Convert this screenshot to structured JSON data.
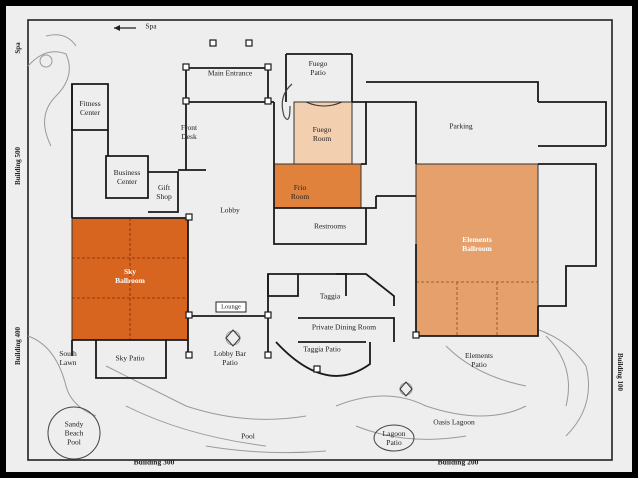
{
  "colors": {
    "background": "#eeeeee",
    "frame": "#000000",
    "walls": "#1a1a1a",
    "sky_ballroom": "#d7641f",
    "elements_ballroom": "#e5a06c",
    "fuego_room": "#f2cfae",
    "frio_room": "#e0823c"
  },
  "labels": {
    "spa_arrow": "Spa",
    "spa_side": "Spa",
    "main_entrance": "Main Entrance",
    "fuego_patio": "Fuego\nPatio",
    "fuego_room": "Fuego\nRoom",
    "frio_room": "Frio\nRoom",
    "fitness_center": "Fitness\nCenter",
    "front_desk": "Front\nDesk",
    "business_center": "Business\nCenter",
    "gift_shop": "Gift\nShop",
    "lobby": "Lobby",
    "restrooms": "Restrooms",
    "parking": "Parking",
    "sky_ballroom": "Sky\nBallroom",
    "elements_ballroom": "Elements\nBallroom",
    "taggia": "Taggia",
    "lounge": "Lounge",
    "private_dining_room": "Private Dining Room",
    "taggia_patio": "Taggia Patio",
    "lobby_bar_patio": "Lobby Bar\nPatio",
    "south_lawn": "South\nLawn",
    "sky_patio": "Sky Patio",
    "elements_patio": "Elements\nPatio",
    "oasis_lagoon": "Oasis Lagoon",
    "lagoon_patio": "Lagoon\nPatio",
    "pool": "Pool",
    "sandy_beach_pool": "Sandy\nBeach\nPool",
    "building_300": "Building 300",
    "building_200": "Building 200",
    "building_500": "Building 500",
    "building_400": "Building 400",
    "building_100": "Building 100"
  }
}
